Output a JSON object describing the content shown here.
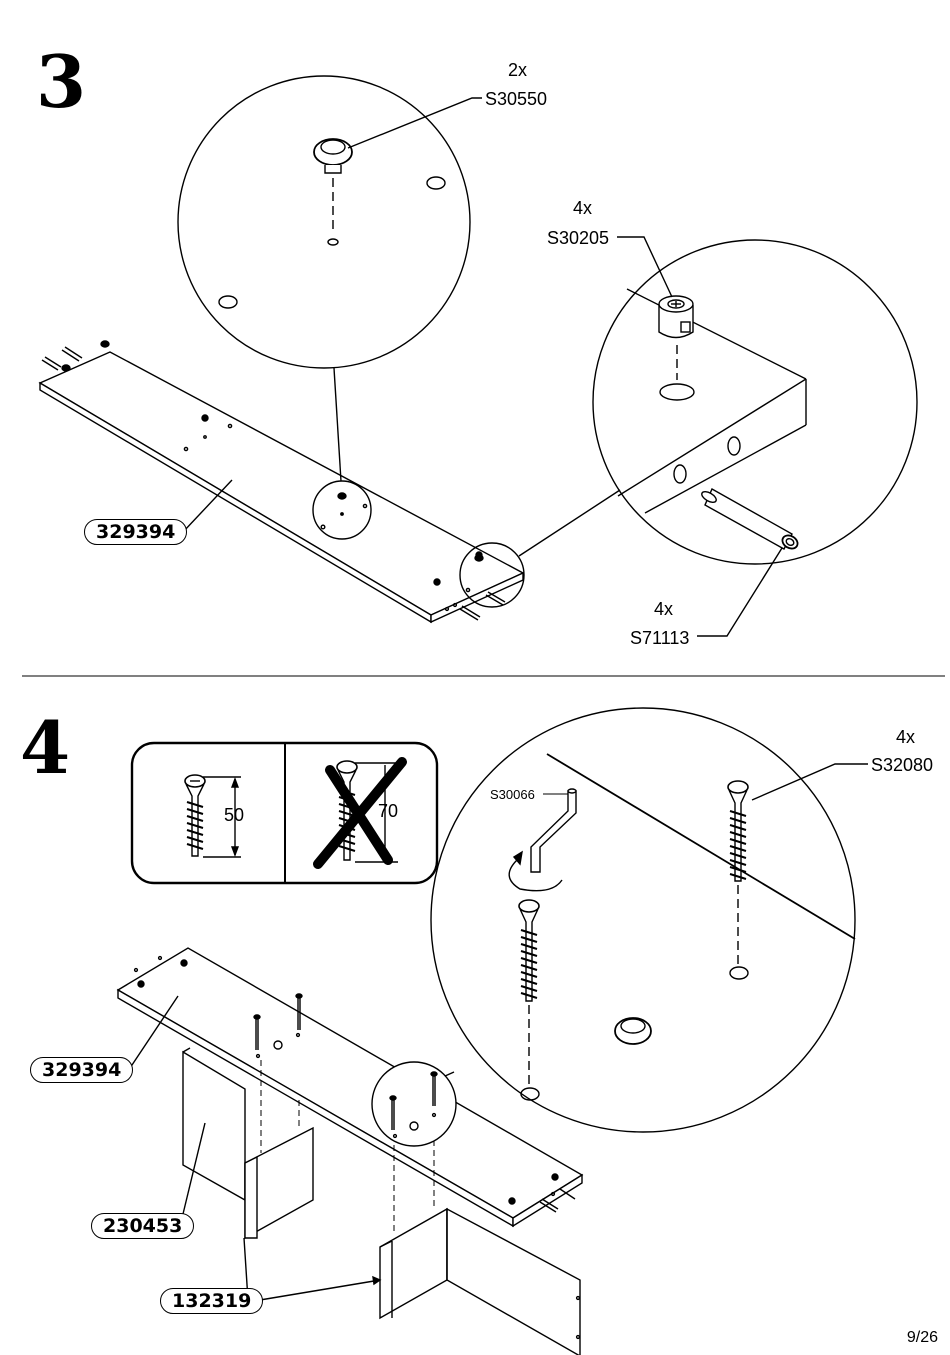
{
  "step3": {
    "number": "3",
    "callout_cam_screw": {
      "qty": "2x",
      "code": "S30550"
    },
    "callout_cam_lock": {
      "qty": "4x",
      "code": "S30205"
    },
    "callout_dowel": {
      "qty": "4x",
      "code": "S71113"
    },
    "panel_id": "329394"
  },
  "step4": {
    "number": "4",
    "callout_tool": {
      "code": "S30066"
    },
    "callout_screw": {
      "qty": "4x",
      "code": "S32080"
    },
    "screw_check": {
      "ok_length": "50",
      "wrong_length": "70"
    },
    "panel_top_id": "329394",
    "panel_side_id": "230453",
    "panel_divider_id": "132319"
  },
  "page_number": "9/26"
}
